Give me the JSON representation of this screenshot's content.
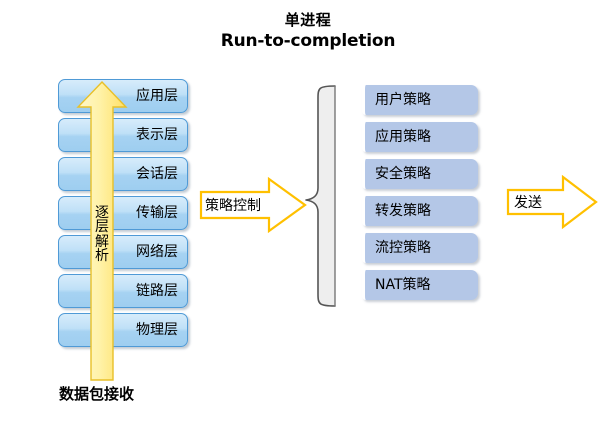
{
  "title": {
    "line_cn": "单进程",
    "line_en": "Run-to-completion"
  },
  "osi_stack": {
    "name": "osi-layer-stack",
    "layers": [
      {
        "label": "应用层"
      },
      {
        "label": "表示层"
      },
      {
        "label": "会话层"
      },
      {
        "label": "传输层"
      },
      {
        "label": "网络层"
      },
      {
        "label": "链路层"
      },
      {
        "label": "物理层"
      }
    ]
  },
  "up_arrow": {
    "label": "逐层解析",
    "direction": "up",
    "color": "#ffe680",
    "border_color": "#e0b200"
  },
  "packet_receive": {
    "label": "数据包接收"
  },
  "policy_arrow": {
    "label": "策略控制",
    "direction": "right",
    "color": "#ffffff",
    "border_color": "#ffc000"
  },
  "policy_stack": {
    "name": "policy-box-column",
    "boxes": [
      {
        "label": "用户策略"
      },
      {
        "label": "应用策略"
      },
      {
        "label": "安全策略"
      },
      {
        "label": "转发策略"
      },
      {
        "label": "流控策略"
      },
      {
        "label": "NAT策略"
      }
    ]
  },
  "send_arrow": {
    "label": "发送",
    "direction": "right",
    "color": "#ffffff",
    "border_color": "#ffc000"
  },
  "colors": {
    "layer_fill_top": "#d7ecfb",
    "layer_fill_bottom": "#9ecef0",
    "layer_border": "#4f9ad6",
    "policy_fill": "#b4c7e7",
    "arrow_yellow_fill": "#ffe680",
    "arrow_yellow_border": "#e0b200",
    "arrow_outline_border": "#ffc000",
    "brace_fill": "#eeeeee",
    "brace_stroke": "#555555",
    "background": "#ffffff",
    "text": "#000000"
  }
}
